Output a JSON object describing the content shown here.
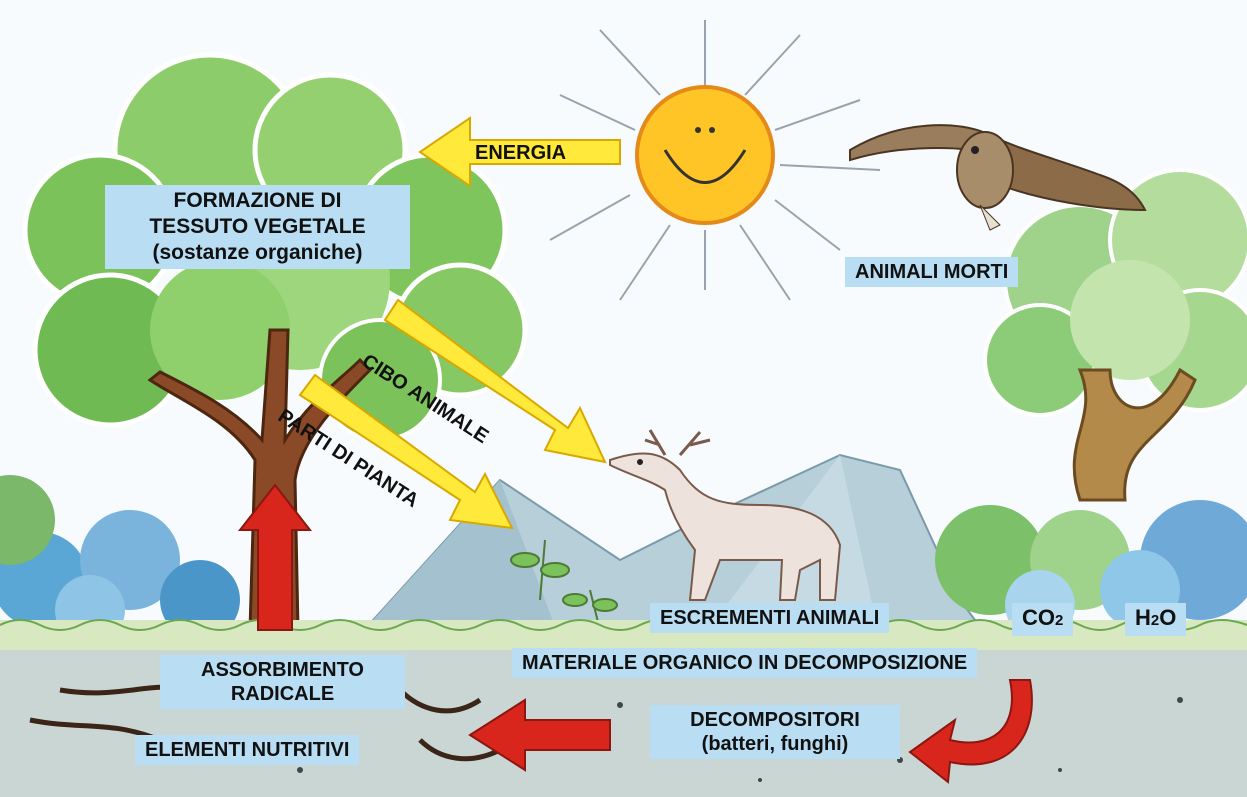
{
  "labels": {
    "energia": "ENERGIA",
    "formazione_line1": "FORMAZIONE DI",
    "formazione_line2": "TESSUTO VEGETALE",
    "formazione_line3": "(sostanze organiche)",
    "animali_morti": "ANIMALI MORTI",
    "cibo_animale": "CIBO ANIMALE",
    "parti_di_pianta": "PARTI DI PIANTA",
    "escrementi_animali": "ESCREMENTI ANIMALI",
    "co2_base": "CO",
    "co2_sub": "2",
    "h2o_h": "H",
    "h2o_sub": "2",
    "h2o_o": "O",
    "assorbimento_line1": "ASSORBIMENTO",
    "assorbimento_line2": "RADICALE",
    "materiale_organico": "MATERIALE ORGANICO IN DECOMPOSIZIONE",
    "decompositori_line1": "DECOMPOSITORI",
    "decompositori_line2": "(batteri, funghi)",
    "elementi_nutritivi": "ELEMENTI NUTRITIVI"
  },
  "colors": {
    "label_bg": "#b9ddf2",
    "yellow_arrow": "#ffe93a",
    "red_arrow": "#d9261c",
    "sun": "#ffcc22",
    "foliage": "#8fcf6a",
    "soil": "#c9d6d4"
  },
  "icons": [
    "sun-icon",
    "tree-icon",
    "owl-icon",
    "deer-icon",
    "mountain-icon"
  ]
}
